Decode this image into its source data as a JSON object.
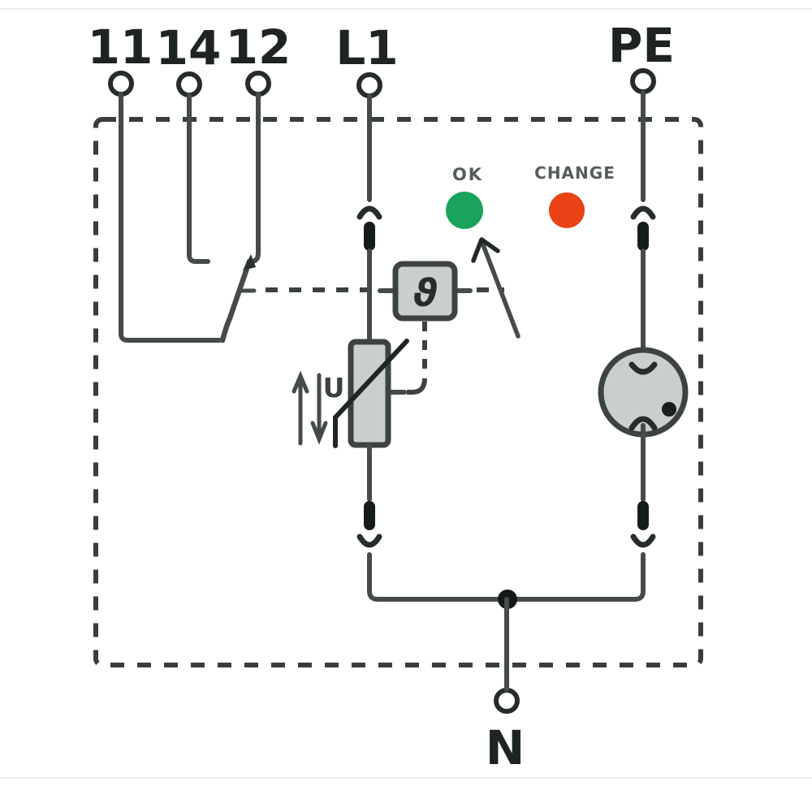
{
  "terminals": {
    "t11": {
      "label": "11"
    },
    "t14": {
      "label": "14"
    },
    "t12": {
      "label": "12"
    },
    "l1": {
      "label": "L1"
    },
    "pe": {
      "label": "PE"
    },
    "n": {
      "label": "N"
    }
  },
  "indicators": {
    "ok": {
      "label": "OK",
      "color": "#19a35c"
    },
    "change": {
      "label": "CHANGE",
      "color": "#e94316"
    }
  },
  "components": {
    "thermal_disconnector": {
      "symbol": "ϑ"
    },
    "varistor": {
      "voltage_label": "U"
    }
  },
  "colors": {
    "line": "#353b3b",
    "wire": "#454b4b",
    "component_fill": "#c9cfcd",
    "background": "#ffffff"
  }
}
